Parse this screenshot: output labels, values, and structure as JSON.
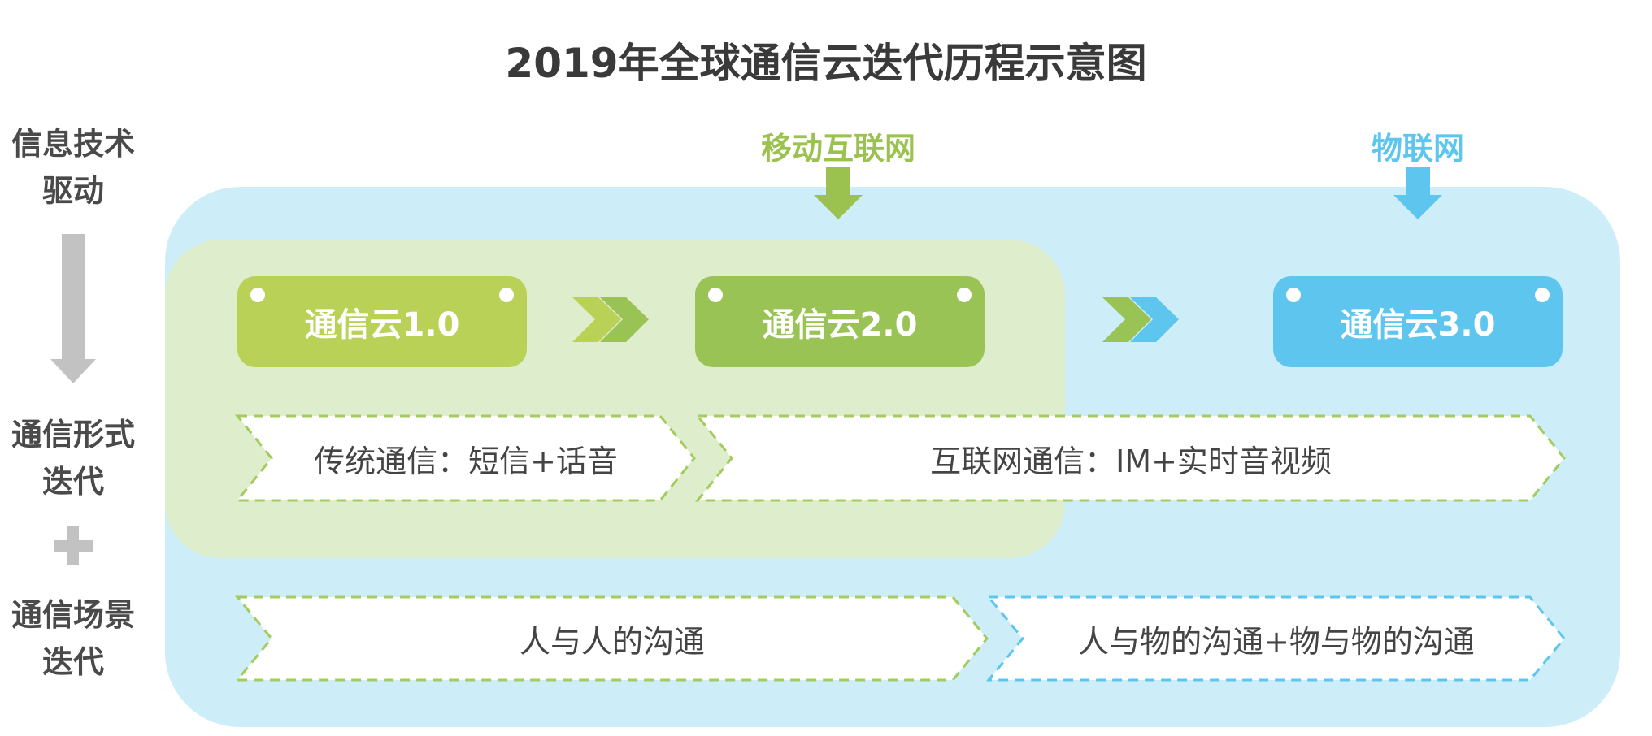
{
  "title": "2019年全球通信云迭代历程示意图",
  "side_labels": {
    "tech_driver": [
      "信息技术",
      "驱动"
    ],
    "comm_form": [
      "通信形式",
      "迭代"
    ],
    "plus": "+",
    "comm_scene": [
      "通信场景",
      "迭代"
    ]
  },
  "tech_markers": [
    {
      "label": "移动互联网",
      "color": "#9bc24f"
    },
    {
      "label": "物联网",
      "color": "#5ec6ee"
    }
  ],
  "versions": [
    {
      "label": "通信云1.0",
      "color": "#b9d157"
    },
    {
      "label": "通信云2.0",
      "color": "#99c354"
    },
    {
      "label": "通信云3.0",
      "color": "#5ec6ee"
    }
  ],
  "communication_forms": [
    {
      "label": "传统通信：短信+话音",
      "border_color": "#a3cc5e"
    },
    {
      "label": "互联网通信：IM+实时音视频",
      "border_color": "#a3cc5e"
    }
  ],
  "communication_scenes": [
    {
      "label": "人与人的沟通",
      "border_color": "#a3cc5e"
    },
    {
      "label": "人与物的沟通+物与物的沟通",
      "border_color": "#5ec6ee"
    }
  ],
  "colors": {
    "outer_panel": "#cdeef8",
    "inner_panel": "#deedcc",
    "gray_arrow": "#c2c2c2"
  }
}
